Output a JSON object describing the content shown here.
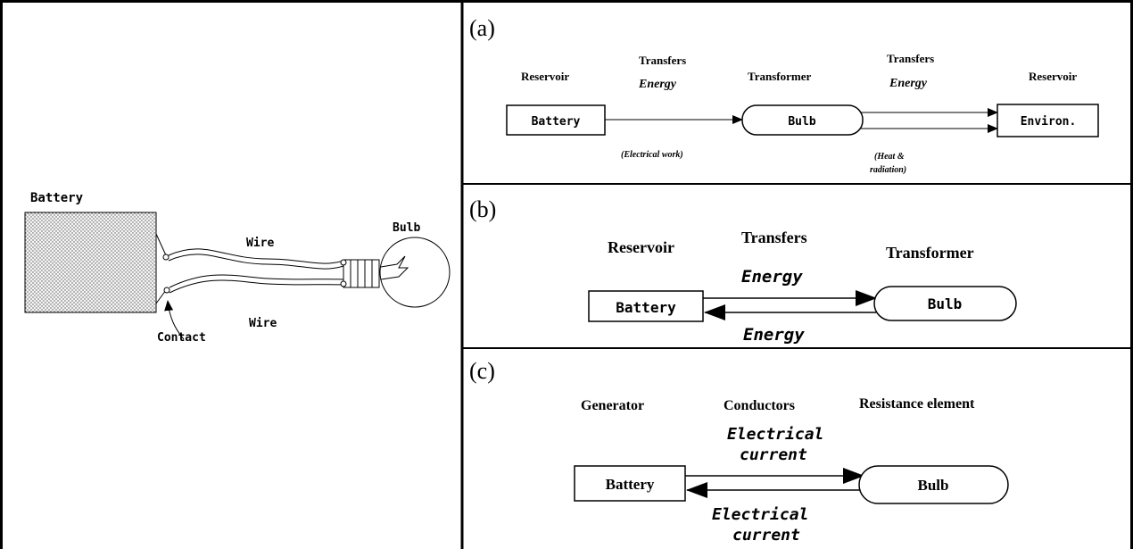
{
  "left": {
    "battery_label": "Battery",
    "wire_top_label": "Wire",
    "wire_bottom_label": "Wire",
    "bulb_label": "Bulb",
    "contact_label": "Contact"
  },
  "panel_a": {
    "tag": "(a)",
    "reservoir_left": "Reservoir",
    "transfers_1": "Transfers",
    "energy_1": "Energy",
    "transformer": "Transformer",
    "transfers_2": "Transfers",
    "energy_2": "Energy",
    "reservoir_right": "Reservoir",
    "battery_box": "Battery",
    "bulb_box": "Bulb",
    "environ_box": "Environ.",
    "electrical_work": "(Electrical work)",
    "heat_line1": "(Heat &",
    "heat_line2": "radiation)"
  },
  "panel_b": {
    "tag": "(b)",
    "reservoir": "Reservoir",
    "transfers": "Transfers",
    "transformer": "Transformer",
    "energy_top": "Energy",
    "energy_bottom": "Energy",
    "battery_box": "Battery",
    "bulb_box": "Bulb"
  },
  "panel_c": {
    "tag": "(c)",
    "generator": "Generator",
    "conductors": "Conductors",
    "resistance": "Resistance element",
    "current_top_1": "Electrical",
    "current_top_2": "current",
    "current_bottom_1": "Electrical",
    "current_bottom_2": "current",
    "battery_box": "Battery",
    "bulb_box": "Bulb"
  }
}
